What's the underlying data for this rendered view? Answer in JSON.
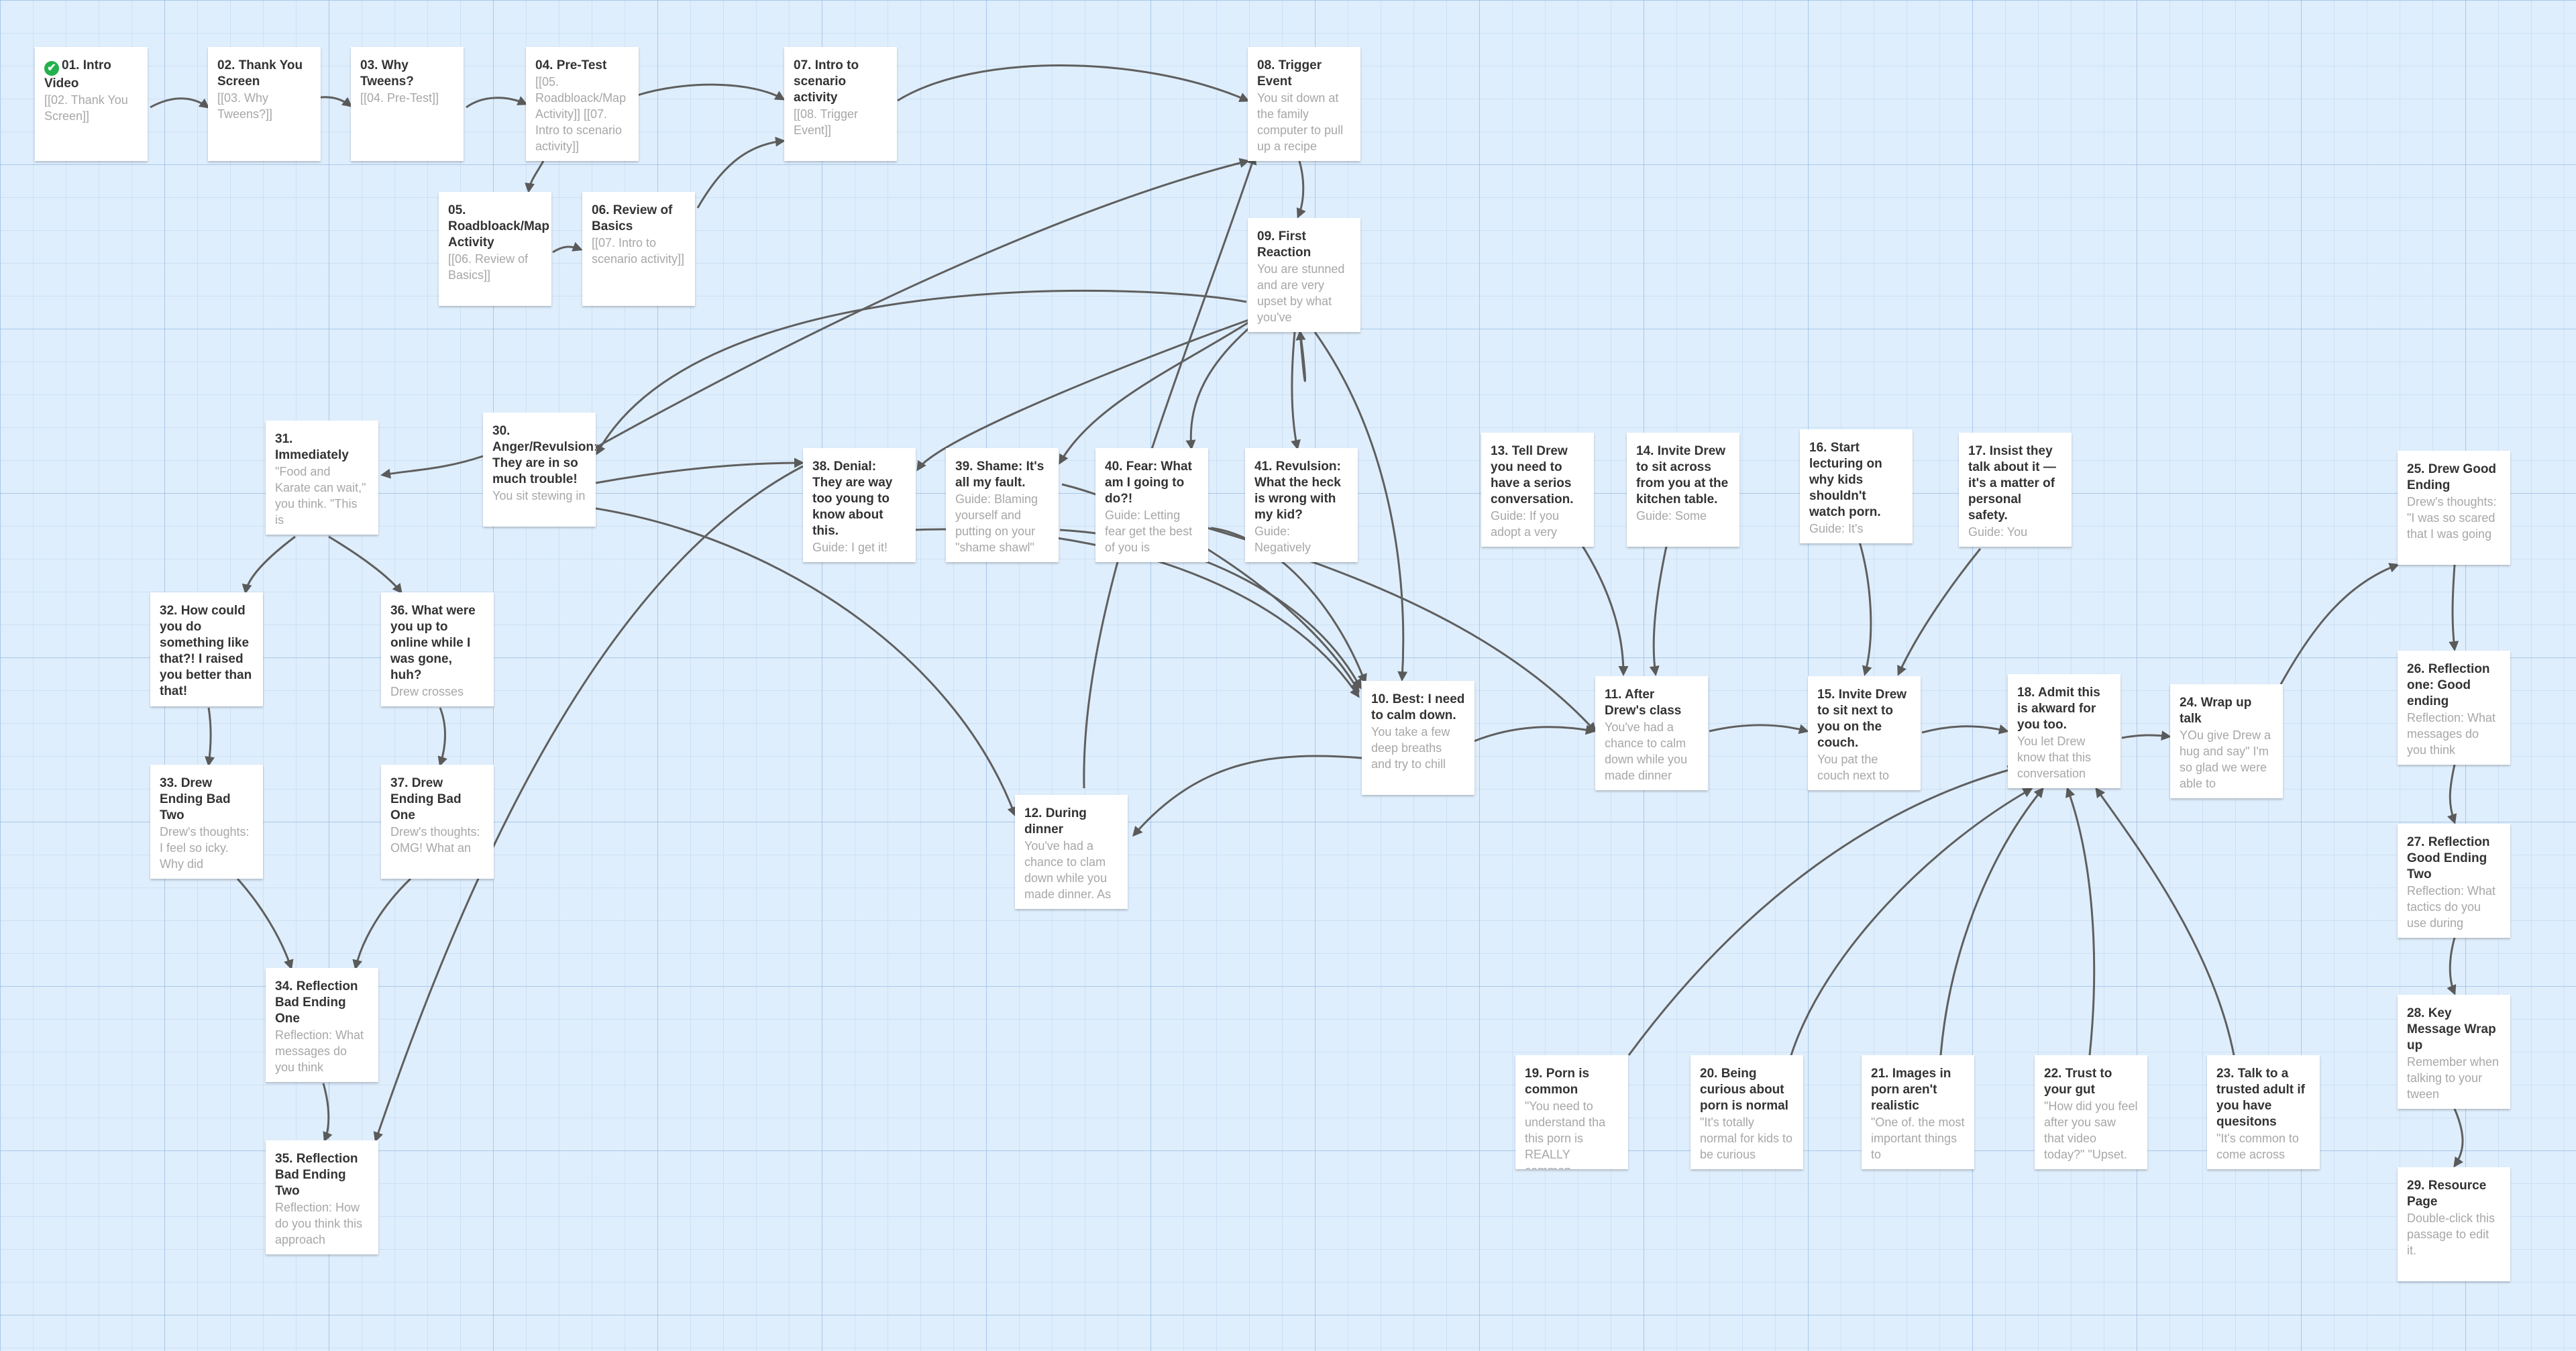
{
  "passages": [
    {
      "id": "p01",
      "title": "01. Intro Video",
      "excerpt": "[[02. Thank You Screen]]",
      "start": true
    },
    {
      "id": "p02",
      "title": "02. Thank You Screen",
      "excerpt": "[[03. Why Tweens?]]"
    },
    {
      "id": "p03",
      "title": "03. Why Tweens?",
      "excerpt": "[[04. Pre-Test]]"
    },
    {
      "id": "p04",
      "title": "04. Pre-Test",
      "excerpt": "[[05. Roadbloack/Map Activity]] [[07. Intro to scenario activity]]"
    },
    {
      "id": "p05",
      "title": "05. Roadbloack/Map Activity",
      "excerpt": "[[06. Review of Basics]]"
    },
    {
      "id": "p06",
      "title": "06. Review of Basics",
      "excerpt": "[[07. Intro to scenario activity]]"
    },
    {
      "id": "p07",
      "title": "07. Intro to scenario activity",
      "excerpt": "[[08. Trigger Event]]"
    },
    {
      "id": "p08",
      "title": "08. Trigger Event",
      "excerpt": "You sit down at the family computer to pull up a recipe"
    },
    {
      "id": "p09",
      "title": "09. First Reaction",
      "excerpt": "You are stunned and are very upset by what you've"
    },
    {
      "id": "p10",
      "title": "10. Best: I need to calm down.",
      "excerpt": "You take a few deep breaths and try to chill"
    },
    {
      "id": "p11",
      "title": "11. After Drew's class",
      "excerpt": "You've had a chance to calm down while you made dinner"
    },
    {
      "id": "p12",
      "title": "12. During dinner",
      "excerpt": "You've had a chance to clam down while you made dinner. As"
    },
    {
      "id": "p13",
      "title": "13. Tell Drew you need to have a serios conversation.",
      "excerpt": "Guide: If you adopt a very"
    },
    {
      "id": "p14",
      "title": "14. Invite Drew to sit across from you at the kitchen table.",
      "excerpt": "Guide: Some"
    },
    {
      "id": "p15",
      "title": "15. Invite Drew to sit next to you on the couch.",
      "excerpt": "You pat the couch next to"
    },
    {
      "id": "p16",
      "title": "16. Start lecturing on why kids shouldn't watch porn.",
      "excerpt": "Guide: It's"
    },
    {
      "id": "p17",
      "title": "17. Insist they talk about it — it's a matter of personal safety.",
      "excerpt": "Guide: You"
    },
    {
      "id": "p18",
      "title": "18. Admit this is akward for you too.",
      "excerpt": "You let Drew know that this conversation"
    },
    {
      "id": "p19",
      "title": "19. Porn is common",
      "excerpt": "\"You need to understand tha this porn is REALLY common"
    },
    {
      "id": "p20",
      "title": "20. Being curious about porn is normal",
      "excerpt": "\"It's totally normal for kids to be curious"
    },
    {
      "id": "p21",
      "title": "21. Images in porn aren't realistic",
      "excerpt": "\"One of. the most important things to"
    },
    {
      "id": "p22",
      "title": "22. Trust to your gut",
      "excerpt": "\"How did you feel after you saw that video today?\" \"Upset."
    },
    {
      "id": "p23",
      "title": "23. Talk to a trusted adult if you have quesitons",
      "excerpt": "\"It's common to come across"
    },
    {
      "id": "p24",
      "title": "24. Wrap up talk",
      "excerpt": "YOu give Drew a hug and say\" I'm so glad we were able to"
    },
    {
      "id": "p25",
      "title": "25. Drew Good Ending",
      "excerpt": "Drew's thoughts: \"I was so scared that I was going"
    },
    {
      "id": "p26",
      "title": "26. Reflection one: Good ending",
      "excerpt": "Reflection: What messages do you think"
    },
    {
      "id": "p27",
      "title": "27. Reflection Good Ending Two",
      "excerpt": "Reflection: What tactics do you use during"
    },
    {
      "id": "p28",
      "title": "28. Key Message Wrap up",
      "excerpt": "Remember when talking to your tween"
    },
    {
      "id": "p29",
      "title": "29. Resource Page",
      "excerpt": "Double-click this passage to edit it."
    },
    {
      "id": "p30",
      "title": "30. Anger/Revulsion: They are in so much trouble!",
      "excerpt": "You sit stewing in"
    },
    {
      "id": "p31",
      "title": "31. Immediately",
      "excerpt": "\"Food and Karate can wait,\" you think. \"This is"
    },
    {
      "id": "p32",
      "title": "32. How could you do something like that?! I raised you better than that!",
      "excerpt": ""
    },
    {
      "id": "p33",
      "title": "33. Drew Ending Bad Two",
      "excerpt": "Drew's thoughts: I feel so icky. Why did"
    },
    {
      "id": "p34",
      "title": "34. Reflection Bad Ending One",
      "excerpt": "Reflection: What messages do you think"
    },
    {
      "id": "p35",
      "title": "35. Reflection Bad Ending Two",
      "excerpt": "Reflection: How do you think this approach"
    },
    {
      "id": "p36",
      "title": "36. What were you up to online while I was gone, huh?",
      "excerpt": "Drew crosses"
    },
    {
      "id": "p37",
      "title": "37. Drew Ending Bad One",
      "excerpt": "Drew's thoughts: OMG! What an"
    },
    {
      "id": "p38",
      "title": "38. Denial: They are way too young to know about this.",
      "excerpt": "Guide: I get it!"
    },
    {
      "id": "p39",
      "title": "39. Shame: It's all my fault.",
      "excerpt": "Guide: Blaming yourself and putting on your \"shame shawl\""
    },
    {
      "id": "p40",
      "title": "40. Fear: What am I going to do?!",
      "excerpt": "Guide: Letting fear get the best of you is"
    },
    {
      "id": "p41",
      "title": "41. Revulsion: What the heck is wrong with my kid?",
      "excerpt": "Guide: Negatively"
    }
  ]
}
